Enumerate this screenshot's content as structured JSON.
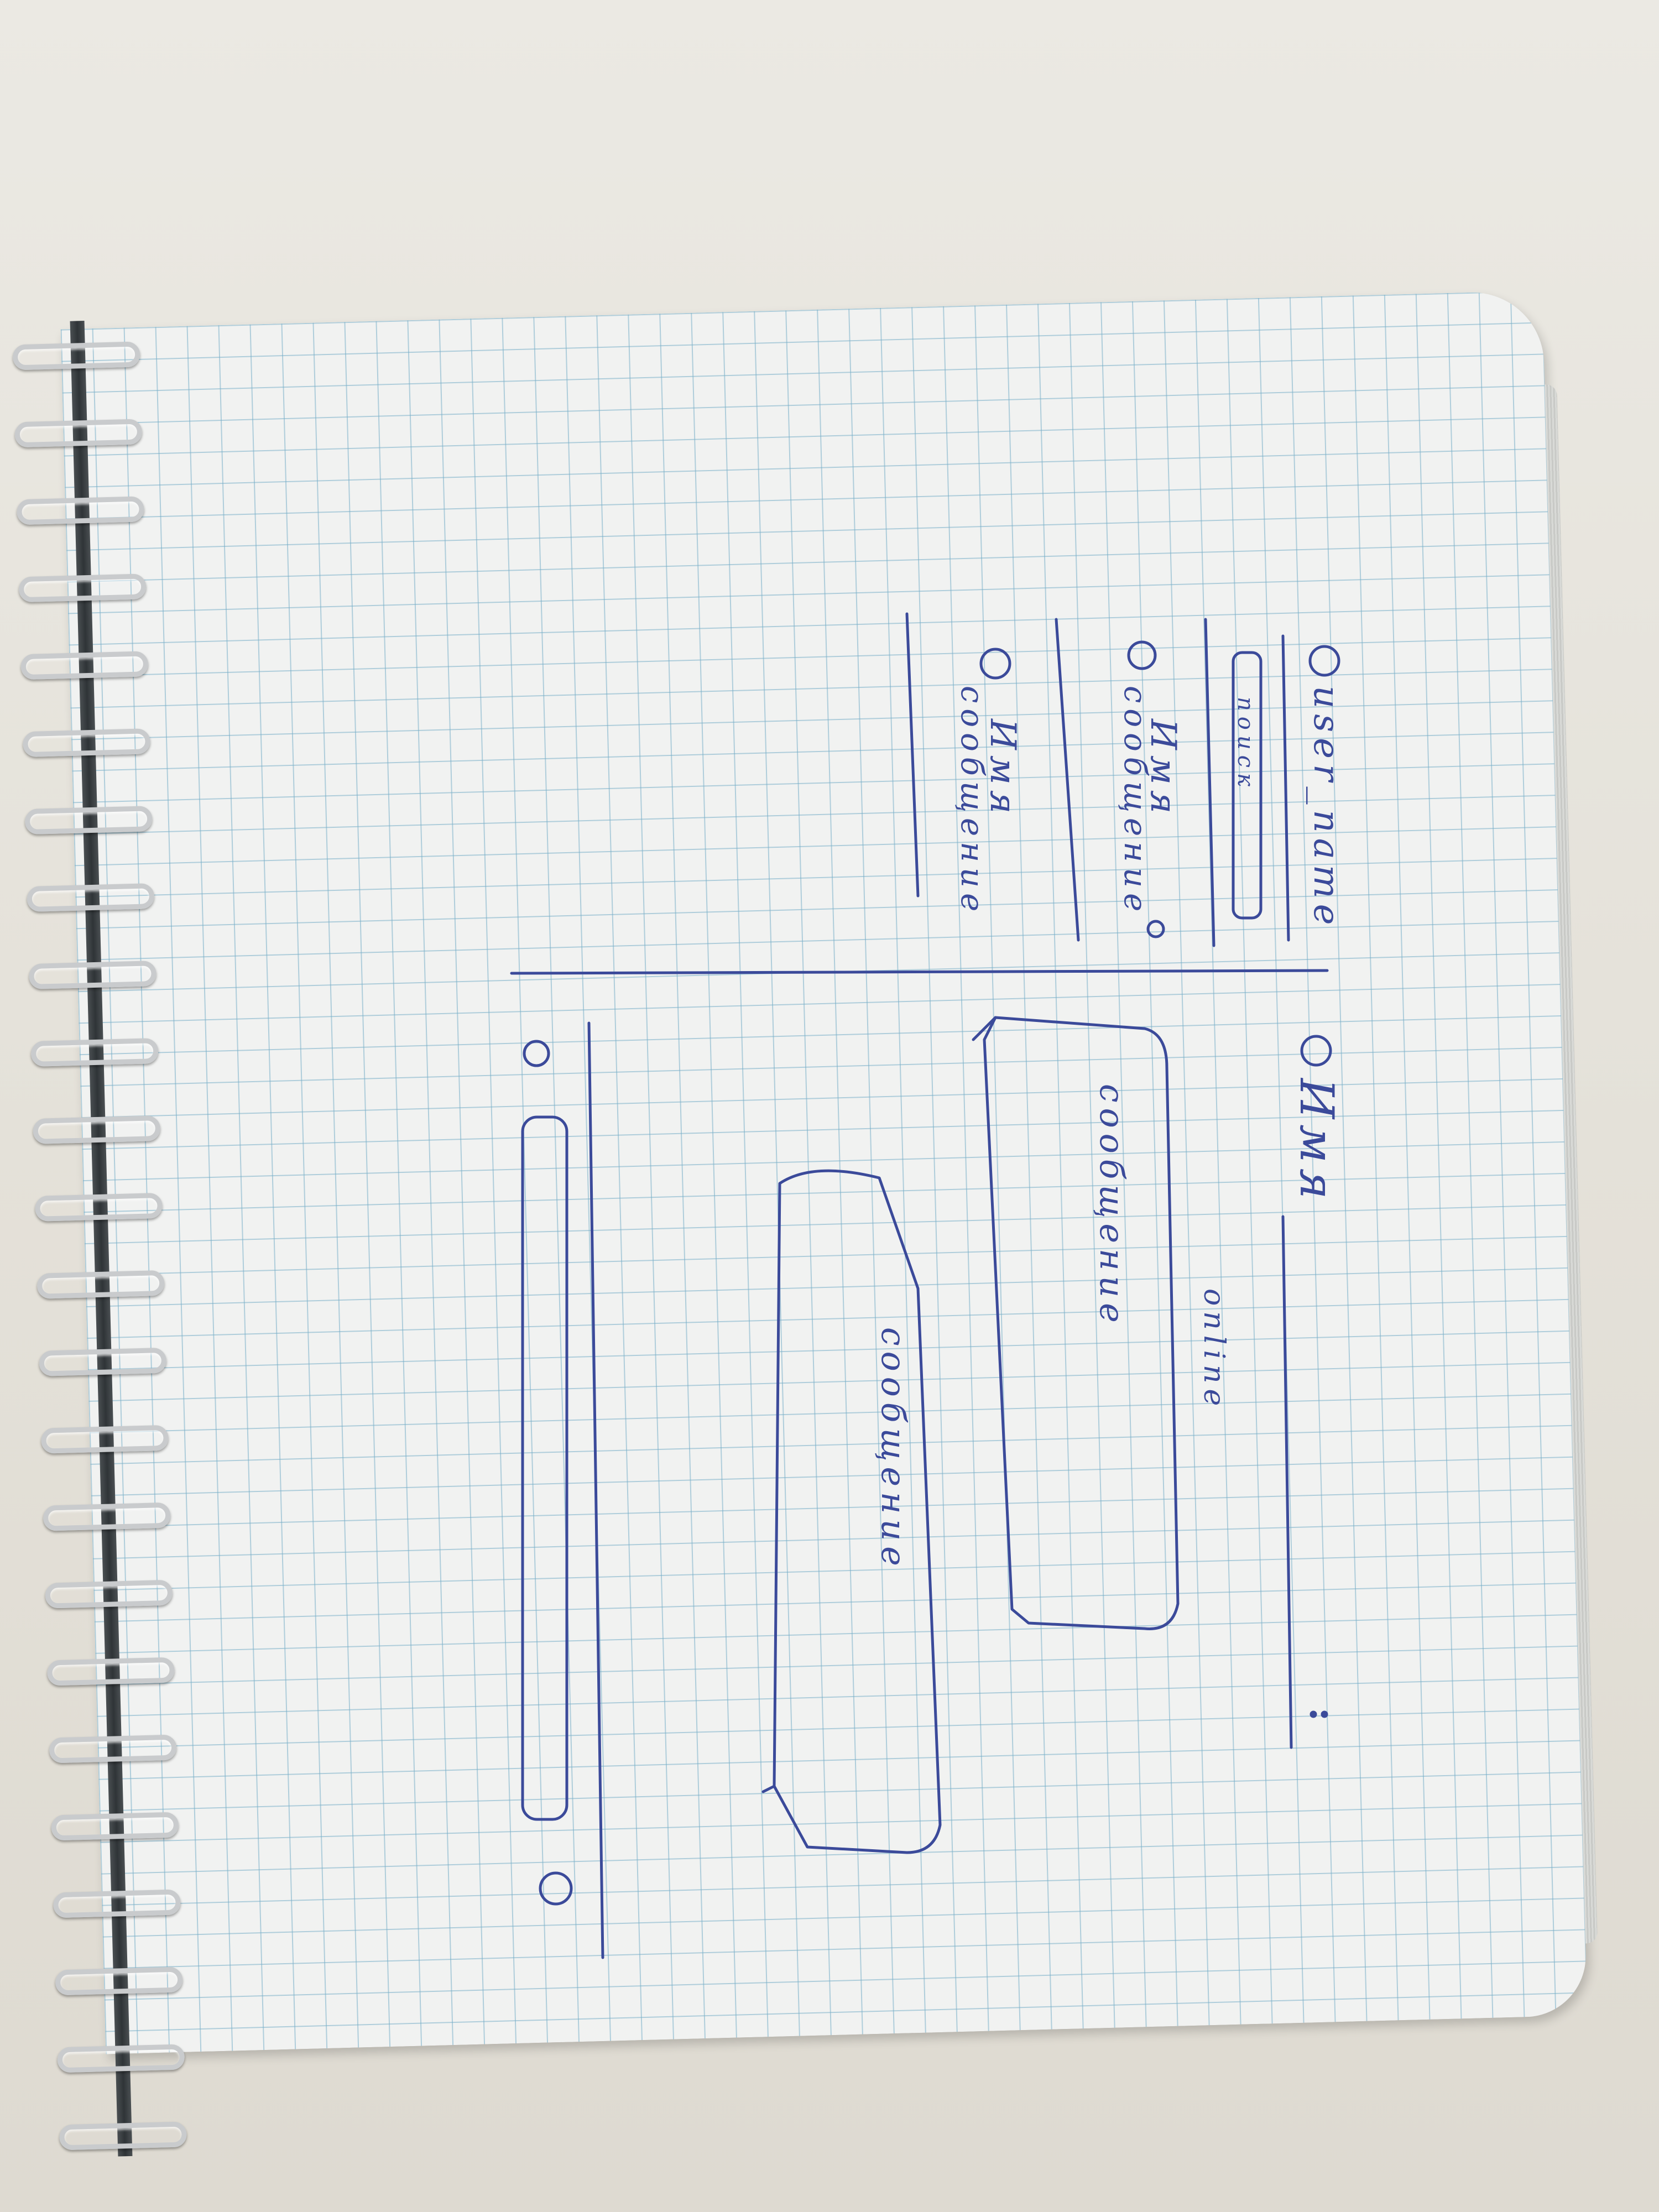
{
  "sidebar": {
    "header_icon": "user-circle-icon",
    "username": "user_name",
    "search_placeholder": "поиск",
    "chats": [
      {
        "avatar": "avatar-circle-icon",
        "name": "Имя",
        "preview": "сообщение",
        "badge_icon": "unread-badge-icon"
      },
      {
        "avatar": "avatar-circle-icon",
        "name": "Имя",
        "preview": "сообщение"
      }
    ]
  },
  "chat": {
    "avatar": "avatar-circle-icon",
    "name": "Имя",
    "status": "online",
    "menu_icon": "more-vertical-icon",
    "messages": [
      {
        "side": "incoming",
        "text": "сообщение"
      },
      {
        "side": "outgoing",
        "text": "сообщение"
      }
    ],
    "attach_icon": "attach-icon",
    "send_icon": "send-icon"
  },
  "colors": {
    "ink": "#3b4a9a",
    "grid": "#78afc8",
    "paper": "#f1f2f1"
  }
}
